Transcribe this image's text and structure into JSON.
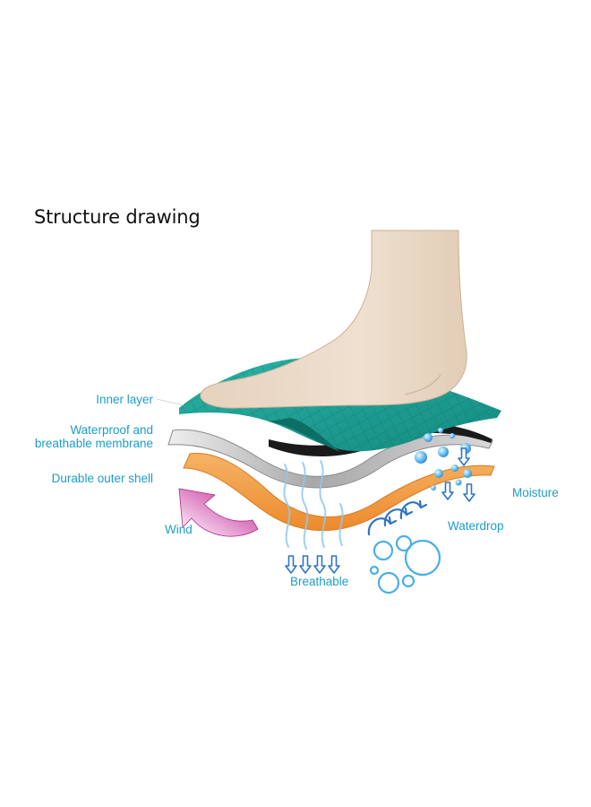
{
  "title": "Structure drawing",
  "labels": {
    "inner_layer": "Inner layer",
    "membrane_line1": "Waterproof and",
    "membrane_line2": "breathable membrane",
    "outer_shell": "Durable outer shell",
    "wind": "Wind",
    "breathable": "Breathable",
    "waterdrop": "Waterdrop",
    "moisture": "Moisture"
  },
  "colors": {
    "label_text": "#1c9dc9",
    "inner_layer": "#1fa39a",
    "membrane": "#bdbdbd",
    "outer_shell": "#f3a04a",
    "skin": "#eddccb",
    "wind_arrow": "#c2339a",
    "arrow_blue": "#2f74c7",
    "bubble_blue": "#3aa0e0"
  }
}
